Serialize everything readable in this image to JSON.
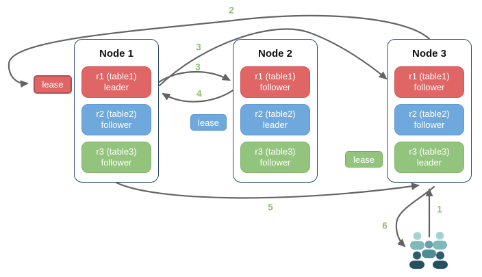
{
  "nodes": [
    {
      "title": "Node 1",
      "replicas": [
        {
          "label": "r1 (table1)",
          "role": "leader",
          "color": "#e06666"
        },
        {
          "label": "r2 (table2)",
          "role": "follower",
          "color": "#6fa8dc"
        },
        {
          "label": "r3 (table3)",
          "role": "follower",
          "color": "#93c47d"
        }
      ]
    },
    {
      "title": "Node 2",
      "replicas": [
        {
          "label": "r1 (table1)",
          "role": "follower",
          "color": "#e06666"
        },
        {
          "label": "r2 (table2)",
          "role": "leader",
          "color": "#6fa8dc"
        },
        {
          "label": "r3 (table3)",
          "role": "follower",
          "color": "#93c47d"
        }
      ]
    },
    {
      "title": "Node 3",
      "replicas": [
        {
          "label": "r1 (table1)",
          "role": "follower",
          "color": "#e06666"
        },
        {
          "label": "r2 (table2)",
          "role": "follower",
          "color": "#6fa8dc"
        },
        {
          "label": "r3 (table3)",
          "role": "leader",
          "color": "#93c47d"
        }
      ]
    }
  ],
  "leases": [
    {
      "label": "lease",
      "color": "#e06666"
    },
    {
      "label": "lease",
      "color": "#6fa8dc"
    },
    {
      "label": "lease",
      "color": "#93c47d"
    }
  ],
  "steps": [
    {
      "label": "1"
    },
    {
      "label": "2"
    },
    {
      "label": "3"
    },
    {
      "label": "3"
    },
    {
      "label": "4"
    },
    {
      "label": "5"
    },
    {
      "label": "6"
    }
  ],
  "icons": {
    "users": "users-icon"
  },
  "colors": {
    "red": "#e06666",
    "blue": "#6fa8dc",
    "green": "#93c47d",
    "arrow": "#646464",
    "step_label": "#8fc06f",
    "node_border": "#2a4a70",
    "users_light": "#a5d1d1",
    "users_mid": "#4f8c96",
    "users_dark": "#27505f"
  }
}
